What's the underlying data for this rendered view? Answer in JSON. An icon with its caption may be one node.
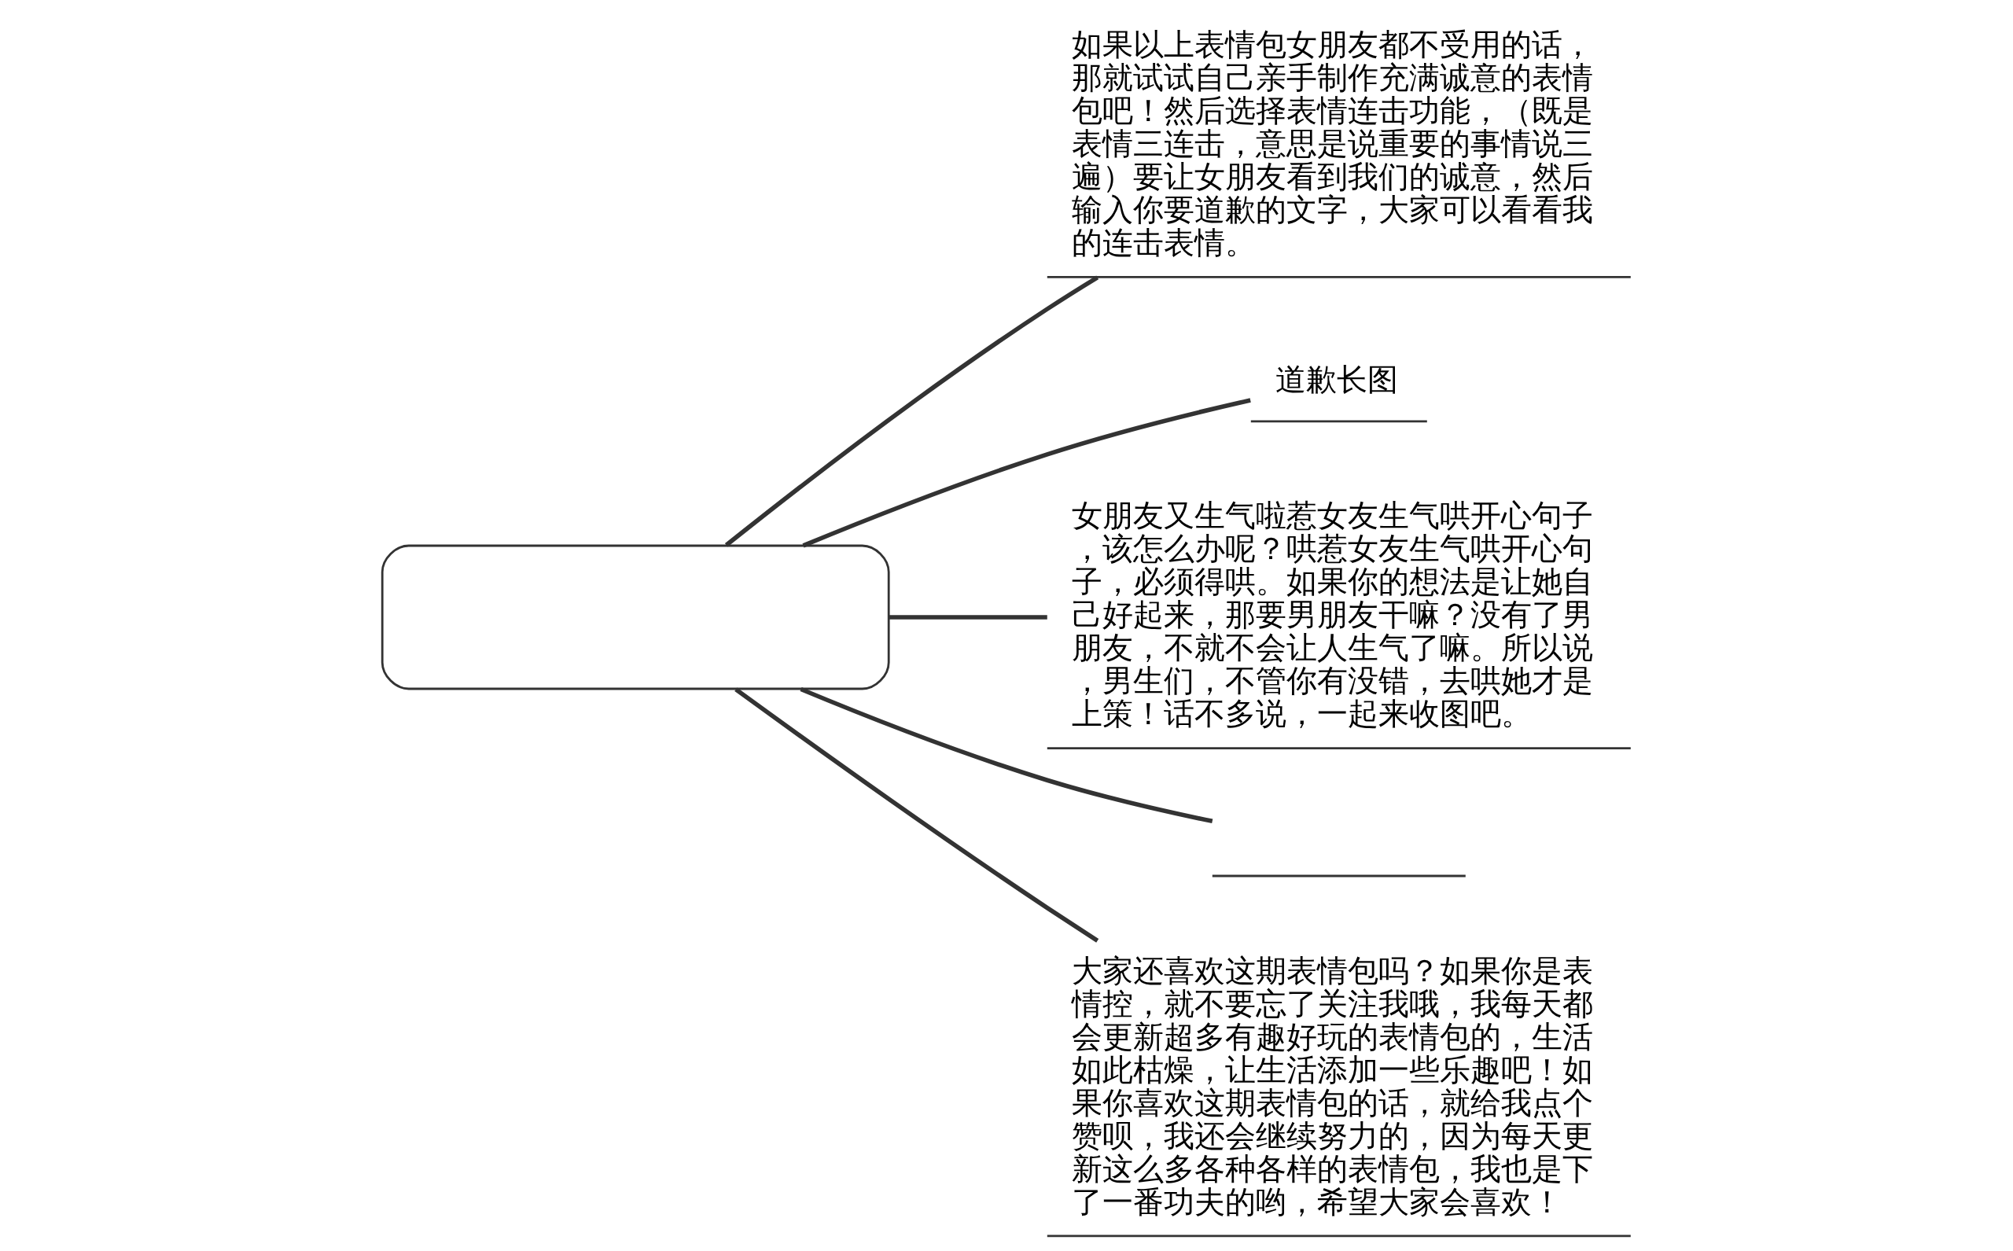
{
  "diagram": {
    "nodes": [
      {
        "text": [],
        "shape": "box"
      },
      {
        "text": [
          "如果以上表情包女朋友都不受用的话，那就试试自己亲手制作充满诚意的表情包吧！然后选择表情连击功能，（既是表情三连击，意思是说重要的事情说三遍）要让女朋友看到我们的诚意，然后输入你要道歉的文字，大家可以看看我的连击表情。"
        ]
      },
      {
        "text": [
          "道歉长图"
        ]
      },
      {
        "text": [
          "女朋友又生气啦惹女友生气哄开心句子，该怎么办呢？哄惹女友生气哄开心句子，必须得哄。如果你的想法是让她自己好起来，那要男朋友干嘛？没有了男朋友，不就不会让人生气了嘛。所以说，男生们，不管你有没错，去哄她才是上策！话不多说，一起来收图吧。"
        ]
      },
      {
        "text": [],
        "shape": "bar"
      },
      {
        "text": [
          "大家还喜欢这期表情包吗？如果你是表情控，就不要忘了关注我哦，我每天都会更新超多有趣好玩的表情包的，生活如此枯燥，让生活添加一些乐趣吧！如果你喜欢这期表情包的话，就给我点个赞呗，我还会继续努力的，因为每天更新这么多各种各样的表情包，我也是下了一番功夫的哟，希望大家会喜欢！"
        ]
      }
    ],
    "edges": [
      {
        "from": 0,
        "to": 1,
        "arrow": "none"
      },
      {
        "from": 0,
        "to": 2,
        "arrow": "none"
      },
      {
        "from": 0,
        "to": 3,
        "arrow": "none"
      },
      {
        "from": 0,
        "to": 4,
        "arrow": "none"
      },
      {
        "from": 0,
        "to": 5,
        "arrow": "none"
      }
    ]
  }
}
